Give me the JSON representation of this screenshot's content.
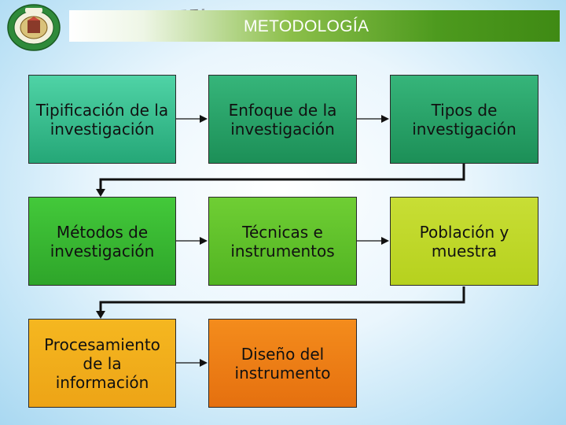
{
  "header": {
    "title": "METODOLOGÍA"
  },
  "logo": {
    "icon": "university-seal-icon"
  },
  "boxes": [
    {
      "label": "Tipificación de la investigación",
      "color": "#2fb987"
    },
    {
      "label": "Enfoque de la investigación",
      "color": "#25a06a"
    },
    {
      "label": "Tipos de investigación",
      "color": "#23955e"
    },
    {
      "label": "Métodos de investigación",
      "color": "#39b830"
    },
    {
      "label": "Técnicas e instrumentos",
      "color": "#5fc22c"
    },
    {
      "label": "Población y muestra",
      "color": "#bfd828"
    },
    {
      "label": "Procesamiento de la información",
      "color": "#f1ae1b"
    },
    {
      "label": "Diseño del instrumento",
      "color": "#ee7e16"
    }
  ]
}
